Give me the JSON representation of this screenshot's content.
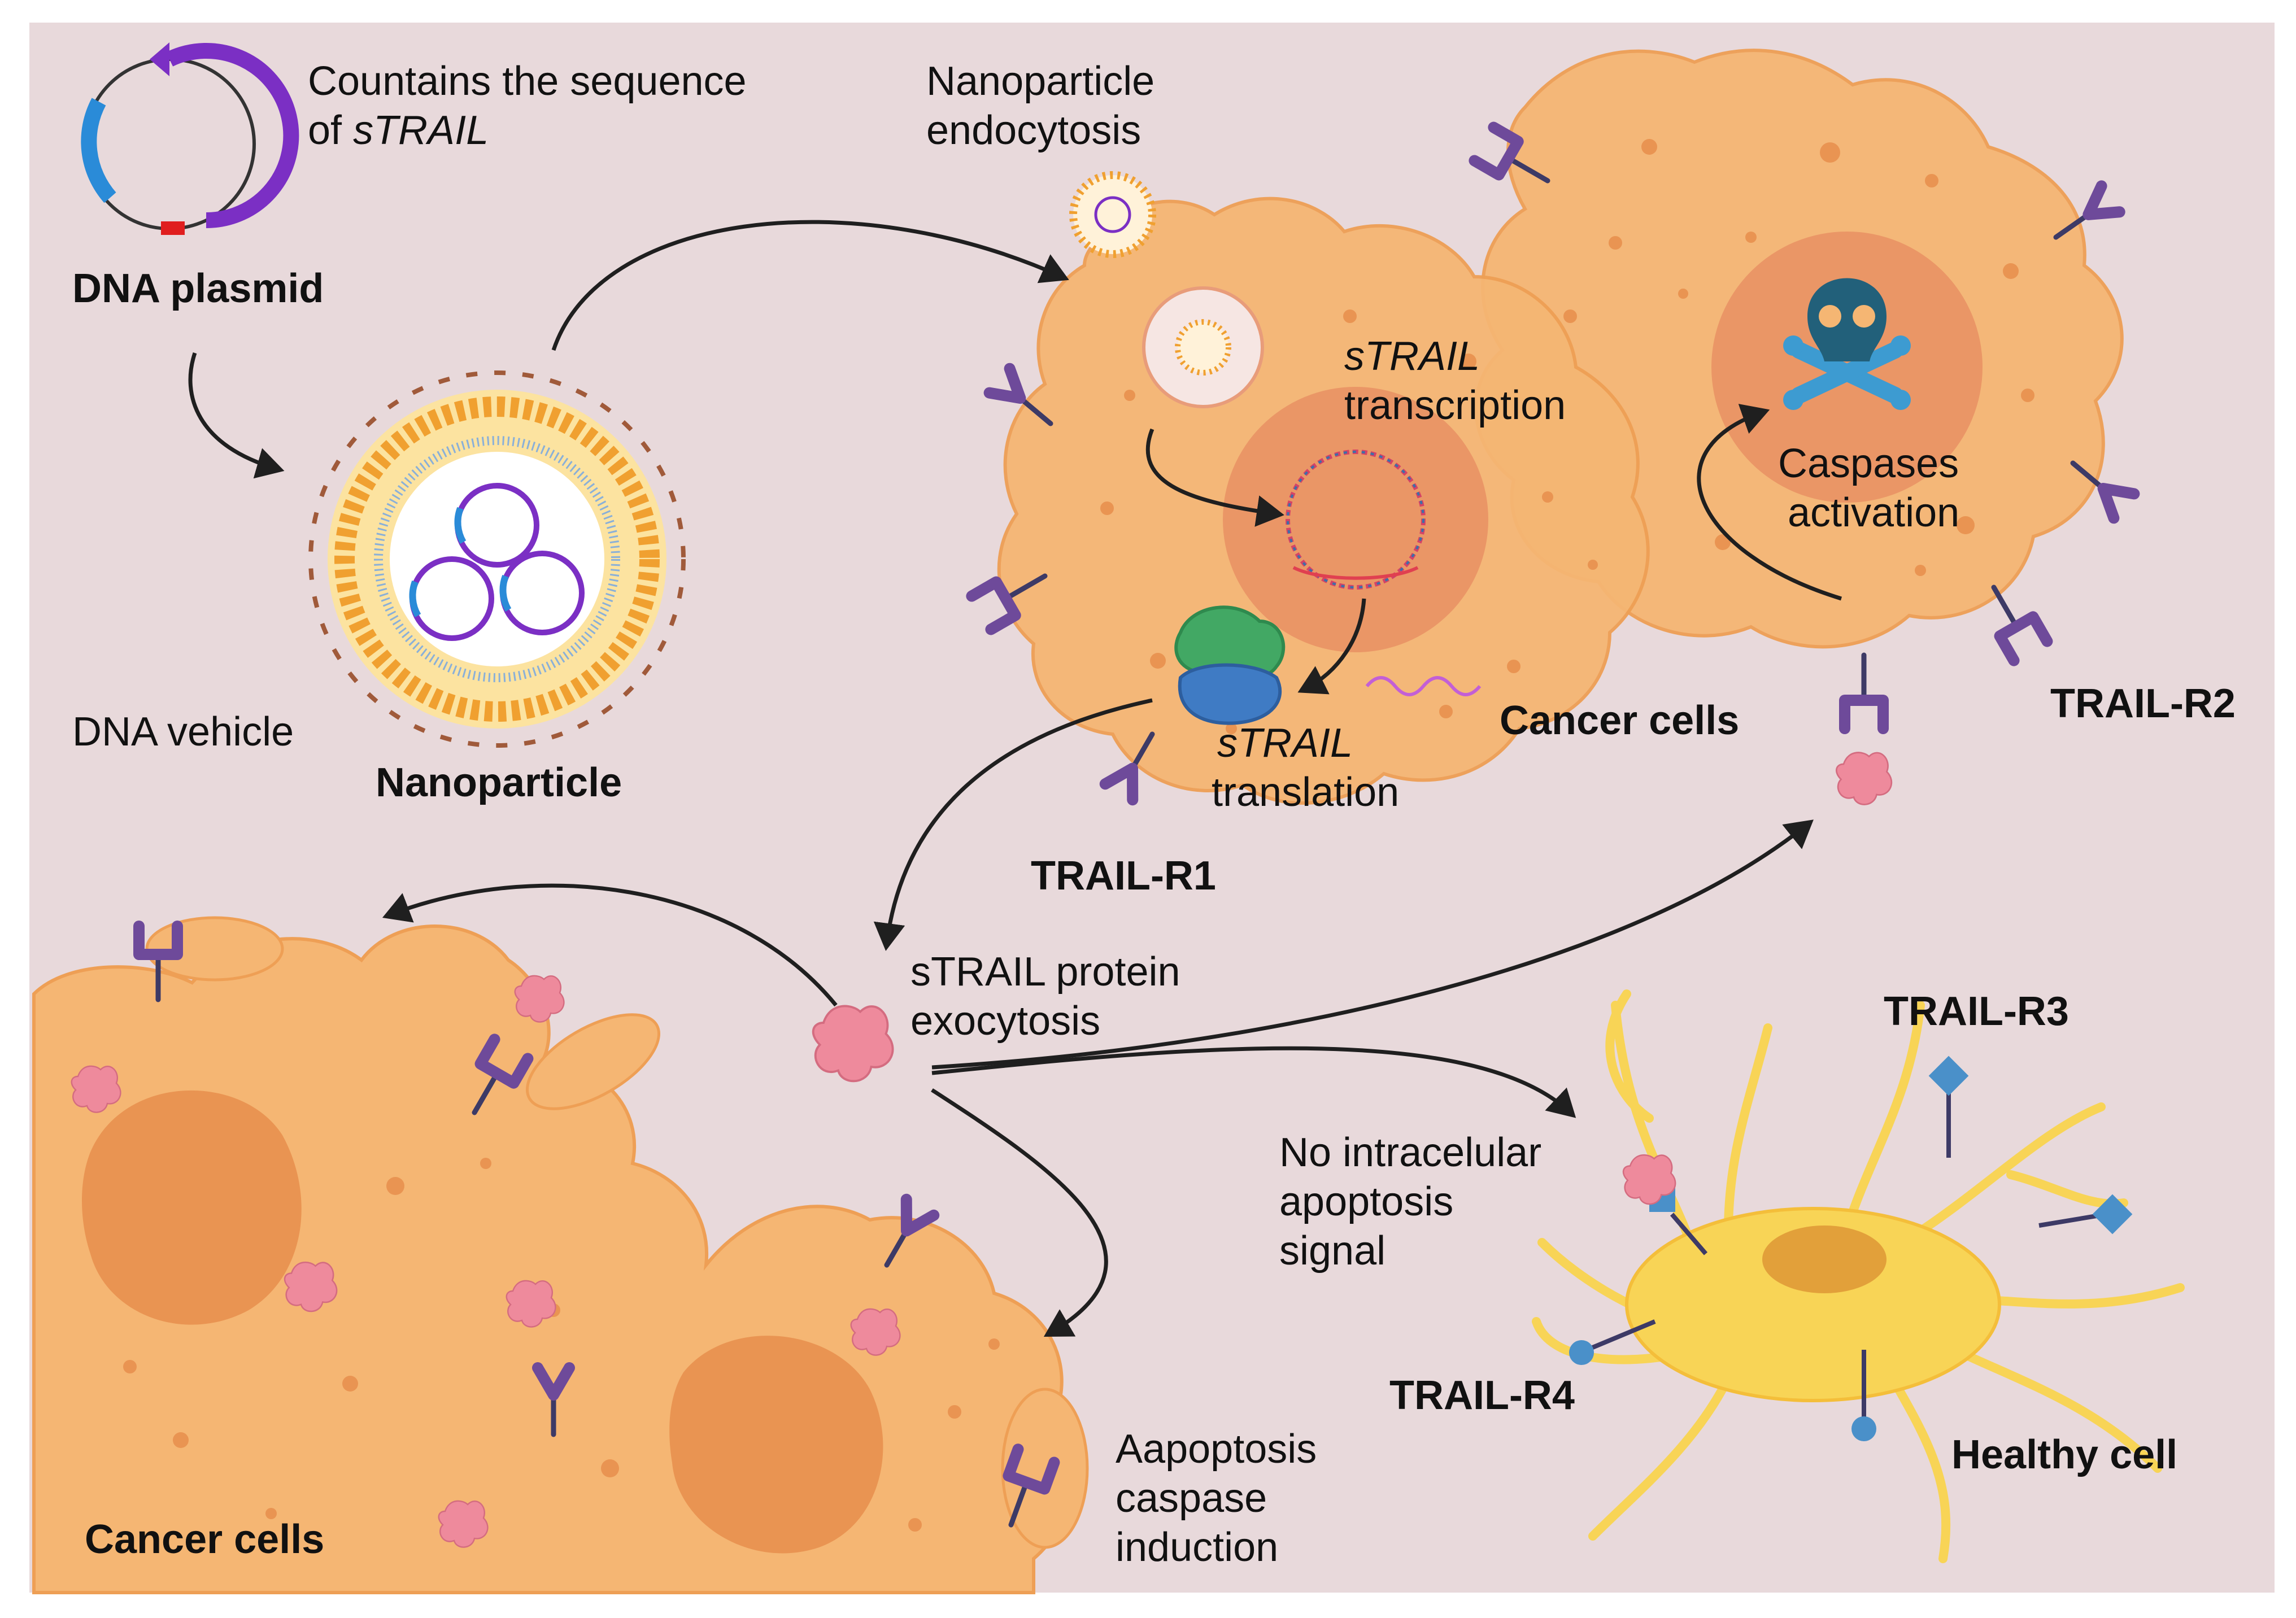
{
  "colors": {
    "background": "#E8D9DB",
    "cell_fill": "#F5B673",
    "cell_edge": "#EE9F55",
    "nucleus": "#EA9666",
    "spot": "#E99452",
    "receptor": "#6E4A9A",
    "receptor_stem": "#3D3A66",
    "strail_protein": "#EE8A9C",
    "healthy_cell": "#F8D456",
    "healthy_edge": "#F4BE3A",
    "healthy_nucleus": "#E2A03A",
    "decoy_receptor": "#4A90C9",
    "plasmid_purple": "#7B2FC4",
    "plasmid_blue": "#2A8BD8",
    "plasmid_red": "#E01E1E",
    "skull": "#22607A",
    "bones": "#3D9BD1",
    "arrow": "#1F1F1F"
  },
  "icons": [
    "plasmid-icon",
    "nanoparticle-icon",
    "receptor-icon",
    "strail-protein-icon",
    "skull-crossbones-icon",
    "ribosome-icon",
    "mrna-icon",
    "dna-loop-icon",
    "neuron-icon"
  ],
  "labels": {
    "plasmid_desc_line1": "Countains the sequence",
    "plasmid_desc_line2_prefix": "of ",
    "plasmid_desc_line2_italic": "sTRAIL",
    "dna_plasmid": "DNA plasmid",
    "dna_vehicle": "DNA vehicle",
    "nanoparticle": "Nanoparticle",
    "endocytosis_line1": "Nanoparticle",
    "endocytosis_line2": "endocytosis",
    "transcription_line1": "sTRAIL",
    "transcription_line2": "transcription",
    "translation_line1": "sTRAIL",
    "translation_line2": "translation",
    "cancer_cells_top": "Cancer cells",
    "caspases_line1": "Caspases",
    "caspases_line2": "activation",
    "trail_r1": "TRAIL-R1",
    "trail_r2": "TRAIL-R2",
    "trail_r3": "TRAIL-R3",
    "trail_r4": "TRAIL-R4",
    "exocytosis_line1": "sTRAIL protein",
    "exocytosis_line2": "exocytosis",
    "no_signal_line1": "No intracelular",
    "no_signal_line2": "apoptosis",
    "no_signal_line3": "signal",
    "healthy_cell": "Healthy cell",
    "cancer_cells_bottom": "Cancer cells",
    "apoptosis_line1": "Aapoptosis",
    "apoptosis_line2": "caspase",
    "apoptosis_line3": "induction"
  }
}
